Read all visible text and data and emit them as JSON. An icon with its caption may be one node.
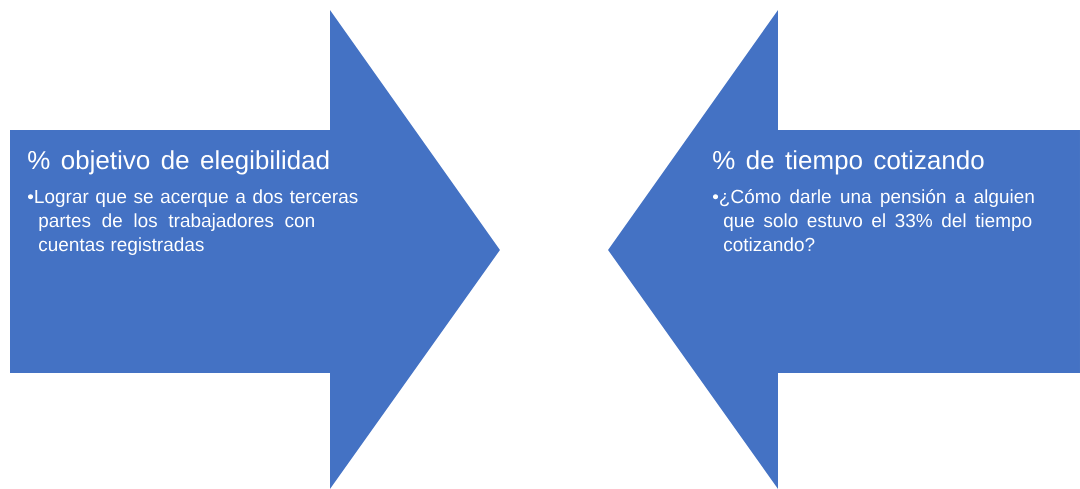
{
  "diagram": {
    "nodes": [
      {
        "text": [
          "% objetivo de elegibilidad",
          "•Lograr que se acerque a dos terceras partes de los trabajadores con cuentas registradas"
        ]
      },
      {
        "text": [
          "% de tiempo cotizando",
          "•¿Cómo darle una pensión a alguien que solo estuvo el 33% del tiempo cotizando?"
        ]
      }
    ]
  }
}
